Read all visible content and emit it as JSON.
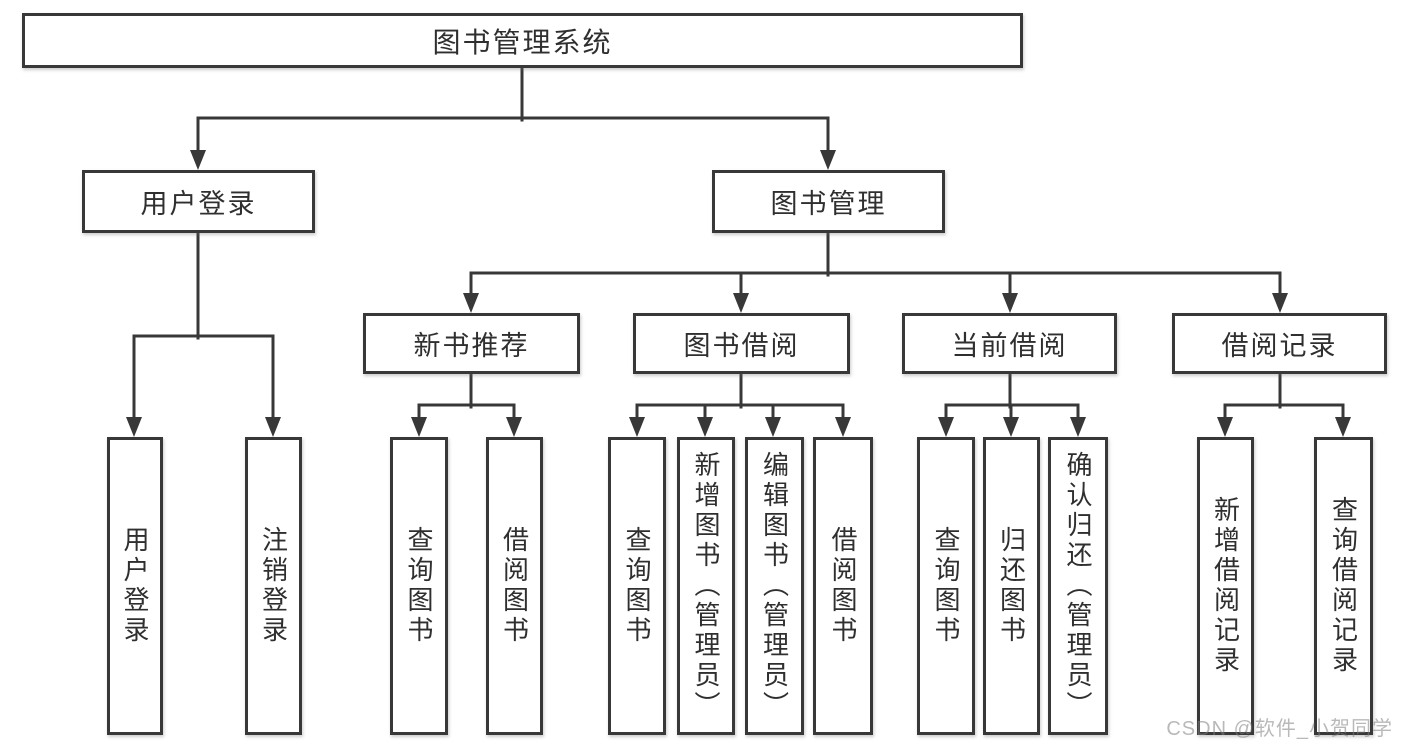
{
  "tree": {
    "root": {
      "label": "图书管理系统"
    },
    "branches": [
      {
        "label": "用户登录",
        "children": [
          {
            "label": "用户登录"
          },
          {
            "label": "注销登录"
          }
        ]
      },
      {
        "label": "图书管理",
        "children": [
          {
            "label": "新书推荐",
            "children": [
              {
                "label": "查询图书"
              },
              {
                "label": "借阅图书"
              }
            ]
          },
          {
            "label": "图书借阅",
            "children": [
              {
                "label": "查询图书"
              },
              {
                "label": "新增图书（管理员）"
              },
              {
                "label": "编辑图书（管理员）"
              },
              {
                "label": "借阅图书"
              }
            ]
          },
          {
            "label": "当前借阅",
            "children": [
              {
                "label": "查询图书"
              },
              {
                "label": "归还图书"
              },
              {
                "label": "确认归还（管理员）"
              }
            ]
          },
          {
            "label": "借阅记录",
            "children": [
              {
                "label": "新增借阅记录"
              },
              {
                "label": "查询借阅记录"
              }
            ]
          }
        ]
      }
    ]
  },
  "watermark": {
    "text": "CSDN @软件_小贺同学"
  },
  "colors": {
    "line": "#383838",
    "text": "#2f2f2f",
    "watermark": "#b9b9b9",
    "background": "#ffffff"
  }
}
